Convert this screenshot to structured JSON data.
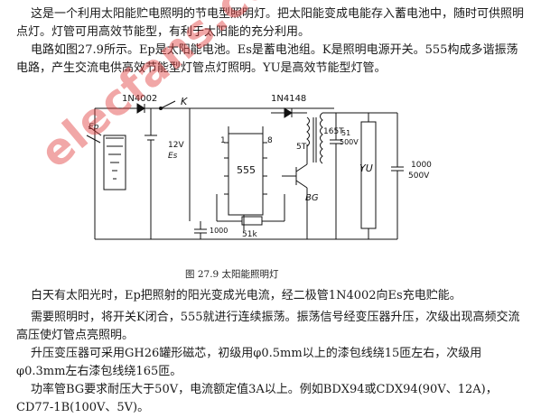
{
  "paragraphs": [
    "这是一个利用太阳能贮电照明的节电型照明灯。把太阳能变成电能存入蓄电池中，随时可供照明点灯。灯管可用高效节能型，有利于太阳能的充分利用。",
    "电路如图27.9所示。Ep是太阳能电池。Es是蓄电池组。K是照明电源开关。555构成多谐振荡电路，产生交流电供高效节能型灯管点灯照明。YU是高效节能型灯管。",
    "白天有太阳光时，Ep把照射的阳光变成光电流，经二极管1N4002向Es充电贮能。",
    "需要照明时，将开关K闭合，555就进行连续振荡。振荡信号经变压器升压，次级出现高频交流高压使灯管点亮照明。",
    "升压变压器可采用GH26罐形磁芯，初级用φ0.5mm以上的漆包线绕15匝左右，次级用φ0.3mm左右漆包线绕165匝。",
    "功率管BG要求耐压大于50V，电流额定值3A以上。例如BDX94或CDX94(90V、12A)，CD77-1B(100V、5V)。"
  ],
  "figure": {
    "caption": "图 27.9  太阳能照明灯",
    "labels": {
      "d1": "1N4002",
      "k": "K",
      "d2": "1N4148",
      "ep": "Ep",
      "v12": "12V",
      "es": "Es",
      "ic": "555",
      "pin1": "1",
      "pin8": "8",
      "t1": "5T",
      "t2": "165T",
      "c1a": "51",
      "c1b": "500V",
      "bg": "BG",
      "yu": "YU",
      "c2a": "1000",
      "c2b": "500V",
      "c3": "1000",
      "r1": "51k"
    },
    "watermark": "elecfans.com"
  }
}
